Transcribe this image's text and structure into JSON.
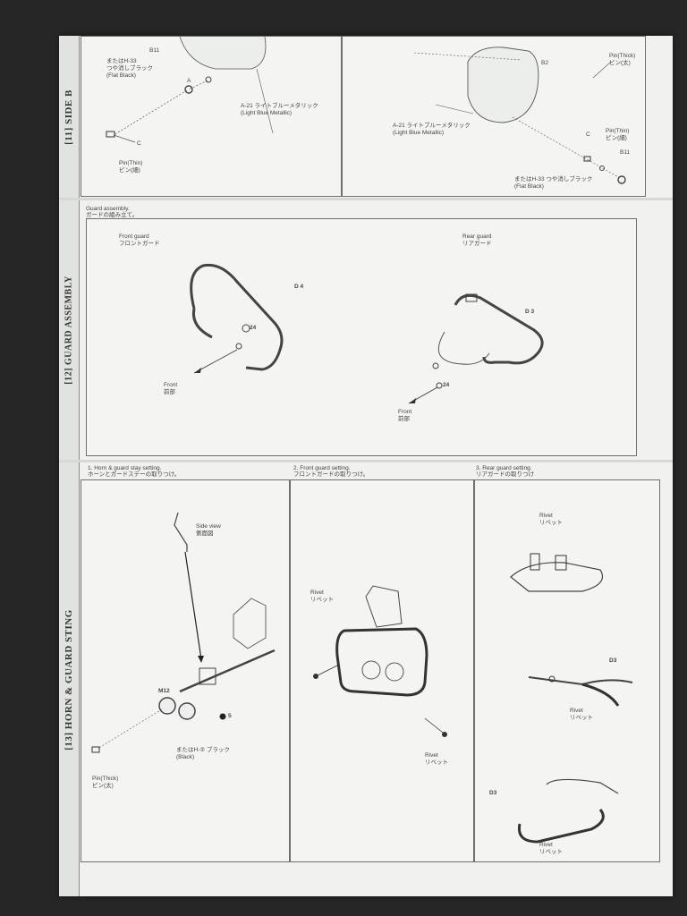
{
  "section11": {
    "title": "[11] SIDE B",
    "left": {
      "paint_code_lines": [
        "またはH-33",
        "つや消しブラック",
        "(Flat Black)"
      ],
      "part_b11": "B11",
      "part_a": "A",
      "part_c": "C",
      "pin_lines": [
        "Pin(Thin)",
        "ピン(細)"
      ],
      "color_lines": [
        "A-21 ライトブルーメタリック",
        "(Light Blue Metallic)"
      ]
    },
    "right": {
      "pin_thick_lines": [
        "Pin(Thick)",
        "ピン(太)"
      ],
      "part_b2": "B2",
      "part_c": "C",
      "color_lines": [
        "A-21 ライトブルーメタリック",
        "(Light Blue Metallic)"
      ],
      "pin_thin_lines": [
        "Pin(Thin)",
        "ピン(細)"
      ],
      "part_b11": "B11",
      "paint_code_lines": [
        "またはH-33 つや消しブラック",
        "(Flat Black)"
      ]
    }
  },
  "section12": {
    "title": "[12] GUARD ASSEMBLY",
    "intro_lines": [
      "Guard assembly.",
      "ガードの組み立て。"
    ],
    "front_guard_lines": [
      "Front guard",
      "フロントガード"
    ],
    "rear_guard_lines": [
      "Rear guard",
      "リアガード"
    ],
    "part_d4": "D 4",
    "part_d3": "D 3",
    "part_24": "24",
    "front_lines": [
      "Front",
      "前部"
    ]
  },
  "section13": {
    "title": "[13] HORN & GUARD STING",
    "step1": {
      "heading_lines": [
        "1. Horn & guard stay setting.",
        "ホーンとガードステーの取りつけ。"
      ],
      "side_view_lines": [
        "Side view",
        "側面図"
      ],
      "part_m12": "M12",
      "part_5": "5",
      "paint_lines": [
        "またはH-② ブラック",
        "(Black)"
      ],
      "pin_lines": [
        "Pin(Thick)",
        "ピン(太)"
      ]
    },
    "step2": {
      "heading_lines": [
        "2. Front guard setting.",
        "フロントガードの取りつけ。"
      ],
      "rivet_lines": [
        "Rivet",
        "リベット"
      ]
    },
    "step3": {
      "heading_lines": [
        "3. Rear guard setting.",
        "リアガードの取りつけ"
      ],
      "rivet_lines": [
        "Rivet",
        "リベット"
      ],
      "part_d3": "D3"
    }
  }
}
